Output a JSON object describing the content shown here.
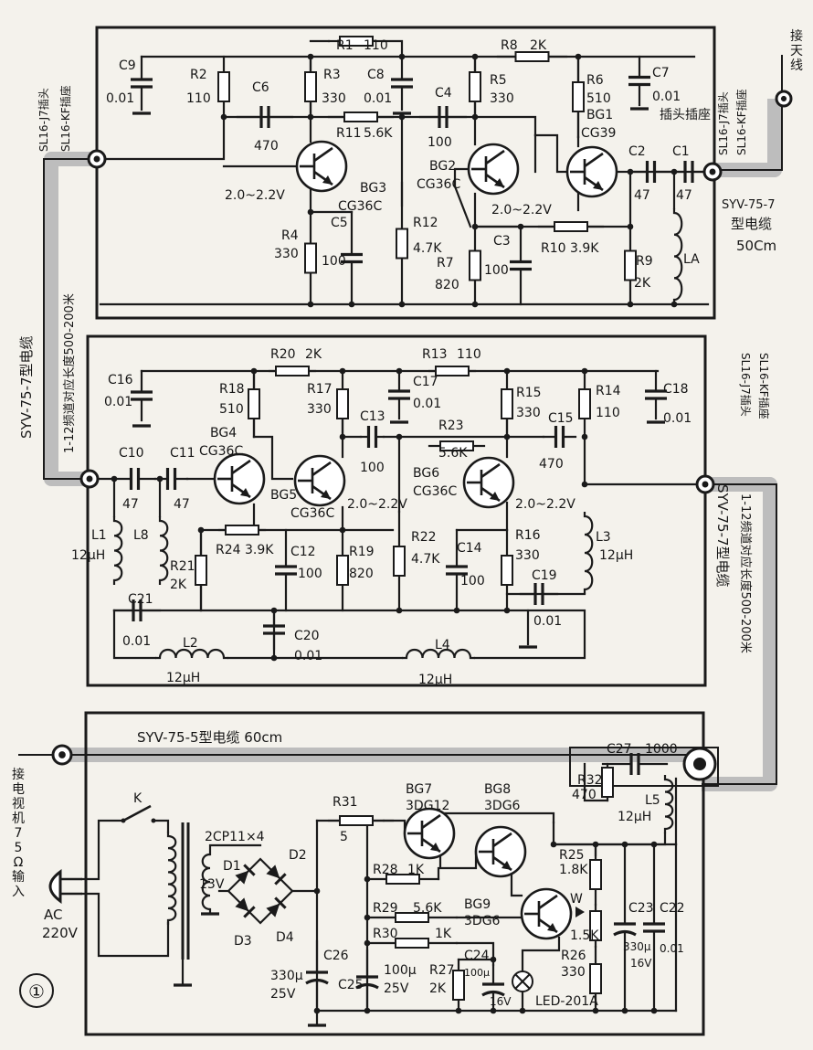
{
  "figure_number": "①",
  "cables": {
    "stage1_out_cable": "SYV-75-7",
    "stage1_out_cable_suffix": "型电缆",
    "stage1_out_length": "50Cm",
    "left_cable": "SYV-75-7型电缆",
    "left_cable_length": "1-12频道对应长度500-200米",
    "right_cable": "SYV-75-7型电缆",
    "right_cable_length": "1-12频道对应长度500-200米",
    "bottom_cable": "SYV-75-5型电缆 60cm"
  },
  "connectors": {
    "top_left_plug": "SL16-J7插头",
    "top_left_socket": "SL16-KF插座",
    "top_right_plug": "SL16-J7插头",
    "top_right_socket": "SL16-KF插座",
    "antenna": "接天线",
    "plug_socket": "插头插座",
    "mid_right_plug": "SL16-J7插头",
    "mid_right_socket": "SL16-KF插座",
    "tv_label": "接电视机75Ω输入",
    "ac_label": "AC",
    "ac_voltage": "220V"
  },
  "stage1": {
    "C9": {
      "name": "C9",
      "value": "0.01"
    },
    "R2": {
      "name": "R2",
      "value": "110"
    },
    "C6": {
      "name": "C6",
      "value": "470"
    },
    "R1": {
      "name": "R1",
      "value": "110"
    },
    "R3": {
      "name": "R3",
      "value": "330"
    },
    "C8": {
      "name": "C8",
      "value": "0.01"
    },
    "R11": {
      "name": "R11",
      "value": "5.6K"
    },
    "C4": {
      "name": "C4",
      "value": "100"
    },
    "R8": {
      "name": "R8",
      "value": "2K"
    },
    "R5": {
      "name": "R5",
      "value": "330"
    },
    "R6": {
      "name": "R6",
      "value": "510"
    },
    "C7": {
      "name": "C7",
      "value": "0.01"
    },
    "BG1": {
      "name": "BG1",
      "type": "CG39"
    },
    "BG2": {
      "name": "BG2",
      "type": "CG36C"
    },
    "BG3": {
      "name": "BG3",
      "type": "CG36C"
    },
    "C2": {
      "name": "C2",
      "value": "47"
    },
    "C1": {
      "name": "C1",
      "value": "47"
    },
    "R4": {
      "name": "R4",
      "value": "330"
    },
    "C5": {
      "name": "C5",
      "value": "100"
    },
    "R12": {
      "name": "R12",
      "value": "4.7K"
    },
    "R7": {
      "name": "R7",
      "value": "820"
    },
    "C3": {
      "name": "C3",
      "value": "100"
    },
    "R10": {
      "name": "R10",
      "value": "3.9K"
    },
    "R9": {
      "name": "R9",
      "value": "2K"
    },
    "LA": {
      "name": "LA"
    },
    "V3": "2.0~2.2V",
    "V2": "2.0~2.2V"
  },
  "stage2": {
    "C16": {
      "name": "C16",
      "value": "0.01"
    },
    "R20": {
      "name": "R20",
      "value": "2K"
    },
    "R13": {
      "name": "R13",
      "value": "110"
    },
    "R18": {
      "name": "R18",
      "value": "510"
    },
    "R17": {
      "name": "R17",
      "value": "330"
    },
    "C17": {
      "name": "C17",
      "value": "0.01"
    },
    "R15": {
      "name": "R15",
      "value": "330"
    },
    "R14": {
      "name": "R14",
      "value": "110"
    },
    "C18": {
      "name": "C18",
      "value": "0.01"
    },
    "BG4": {
      "name": "BG4",
      "type": "CG36C"
    },
    "BG5": {
      "name": "BG5",
      "type": "CG36C"
    },
    "BG6": {
      "name": "BG6",
      "type": "CG36C"
    },
    "C13": {
      "name": "C13",
      "value": "100"
    },
    "R23": {
      "name": "R23",
      "value": "5.6K"
    },
    "C15": {
      "name": "C15",
      "value": "470"
    },
    "C10": {
      "name": "C10",
      "value": "47"
    },
    "C11": {
      "name": "C11",
      "value": "47"
    },
    "L1": {
      "name": "L1",
      "value": "12μH"
    },
    "L8": {
      "name": "L8"
    },
    "R21": {
      "name": "R21",
      "value": "2K"
    },
    "R24": {
      "name": "R24",
      "value": "3.9K"
    },
    "C12": {
      "name": "C12",
      "value": "100"
    },
    "R19": {
      "name": "R19",
      "value": "820"
    },
    "R22": {
      "name": "R22",
      "value": "4.7K"
    },
    "C14": {
      "name": "C14",
      "value": "100"
    },
    "R16": {
      "name": "R16",
      "value": "330"
    },
    "L3": {
      "name": "L3",
      "value": "12μH"
    },
    "C21": {
      "name": "C21",
      "value": "0.01"
    },
    "C20": {
      "name": "C20",
      "value": "0.01"
    },
    "C19": {
      "name": "C19",
      "value": "0.01"
    },
    "L2": {
      "name": "L2",
      "value": "12μH"
    },
    "L4": {
      "name": "L4",
      "value": "12μH"
    },
    "V5": "2.0~2.2V",
    "V6": "2.0~2.2V"
  },
  "power": {
    "C27": {
      "name": "C27",
      "value": "1000"
    },
    "R32": {
      "name": "R32",
      "value": "470"
    },
    "L5": {
      "name": "L5",
      "value": "12μH"
    },
    "K": {
      "name": "K"
    },
    "bridge": "2CP11×4",
    "secondary": "13V",
    "D1": "D1",
    "D2": "D2",
    "D3": "D3",
    "D4": "D4",
    "R31": {
      "name": "R31",
      "value": "5"
    },
    "BG7": {
      "name": "BG7",
      "type": "3DG12"
    },
    "BG8": {
      "name": "BG8",
      "type": "3DG6"
    },
    "BG9": {
      "name": "BG9",
      "type": "3DG6"
    },
    "R28": {
      "name": "R28",
      "value": "1K"
    },
    "R29": {
      "name": "R29",
      "value": "5.6K"
    },
    "R30": {
      "name": "R30",
      "value": "1K"
    },
    "R25": {
      "name": "R25",
      "value": "1.8K"
    },
    "W": {
      "name": "W",
      "value": "1.5K"
    },
    "R26": {
      "name": "R26",
      "value": "330"
    },
    "C26": {
      "name": "C26",
      "value": "330μ",
      "voltage": "25V"
    },
    "C25": {
      "name": "C25",
      "value": "100μ",
      "voltage": "25V"
    },
    "R27": {
      "name": "R27",
      "value": "2K"
    },
    "C24": {
      "name": "C24",
      "value": "100μ",
      "voltage": "16V"
    },
    "C23": {
      "name": "C23",
      "value": "330μ",
      "voltage": "16V"
    },
    "C22": {
      "name": "C22",
      "value": "0.01"
    },
    "LED": "LED-201A"
  }
}
